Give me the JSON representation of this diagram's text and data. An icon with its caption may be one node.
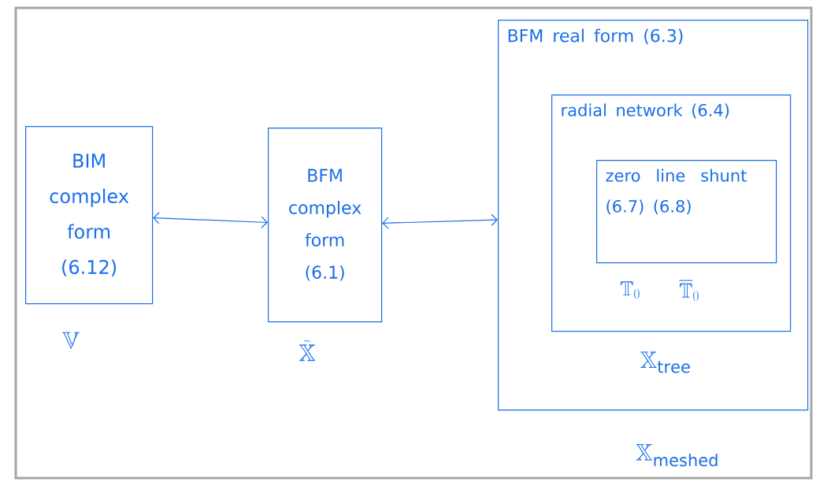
{
  "diagram": {
    "nodes": [
      {
        "text": [
          "BIM complex form (6.12)"
        ],
        "beside": [
          "\\mathbb{V}"
        ]
      },
      {
        "text": [
          "BFM complex form (6.1)"
        ],
        "beside": [
          "\\tilde{\\mathbb{X}}"
        ]
      },
      {
        "text": [
          "BFM real form (6.3)"
        ]
      },
      {
        "text": [
          "radial network (6.4)"
        ],
        "in": 2,
        "beside": [
          "\\mathbb{X}_{\\mathrm{tree}}"
        ]
      },
      {
        "text": [
          "zero line shunt (6.7) (6.8)"
        ],
        "in": 3,
        "beside": [
          "\\mathbb{T}_0",
          "\\overline{\\mathbb{T}}_0"
        ]
      }
    ],
    "edges": [
      {
        "from": 0,
        "to": 1,
        "arrow": "both"
      },
      {
        "from": 1,
        "to": 2,
        "arrow": "both"
      }
    ],
    "labels": [
      "\\mathbb{X}_{\\mathrm{meshed}}"
    ]
  }
}
